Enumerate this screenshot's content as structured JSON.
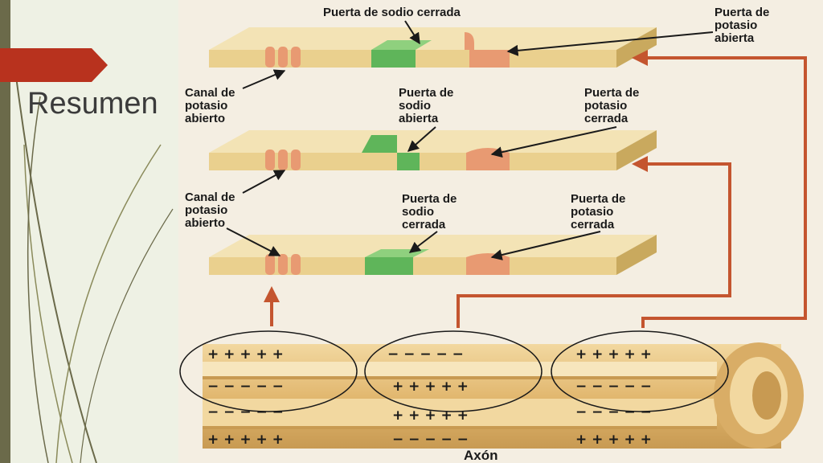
{
  "slide": {
    "title": "Resumen",
    "accent_color": "#b8321e",
    "background_color": "#eef1e4"
  },
  "diagram": {
    "membrane_rows": [
      {
        "labels": [
          {
            "text": [
              "Puerta de sodio cerrada"
            ]
          },
          {
            "text": [
              "Puerta de",
              "potasio",
              "abierta"
            ]
          },
          {
            "text": [
              "Canal de",
              "potasio",
              "abierto"
            ]
          }
        ]
      },
      {
        "labels": [
          {
            "text": [
              "Puerta de",
              "sodio",
              "abierta"
            ]
          },
          {
            "text": [
              "Puerta de",
              "potasio",
              "cerrada"
            ]
          }
        ]
      },
      {
        "labels": [
          {
            "text": [
              "Canal de",
              "potasio",
              "abierto"
            ]
          },
          {
            "text": [
              "Puerta de",
              "sodio",
              "cerrada"
            ]
          },
          {
            "text": [
              "Puerta de",
              "potasio",
              "cerrada"
            ]
          }
        ]
      }
    ],
    "axon": {
      "label": "Axón",
      "segments": [
        {
          "outer": "+ + + + +",
          "inner": "− − − − −",
          "inner_low": "− − − − −",
          "bottom": "+ + + + +"
        },
        {
          "outer": "− − − − −",
          "inner": "+ + + + +",
          "inner_low": "+ + + + +",
          "bottom": "− − − − −"
        },
        {
          "outer": "+ + + + +",
          "inner": "− − − − −",
          "inner_low": "− − − − −",
          "bottom": "+ + + + +"
        }
      ]
    },
    "colors": {
      "membrane": "#ead08e",
      "potassium_channel": "#e89a72",
      "sodium_gate": "#5fb55a",
      "arrow": "#c4552f"
    }
  }
}
